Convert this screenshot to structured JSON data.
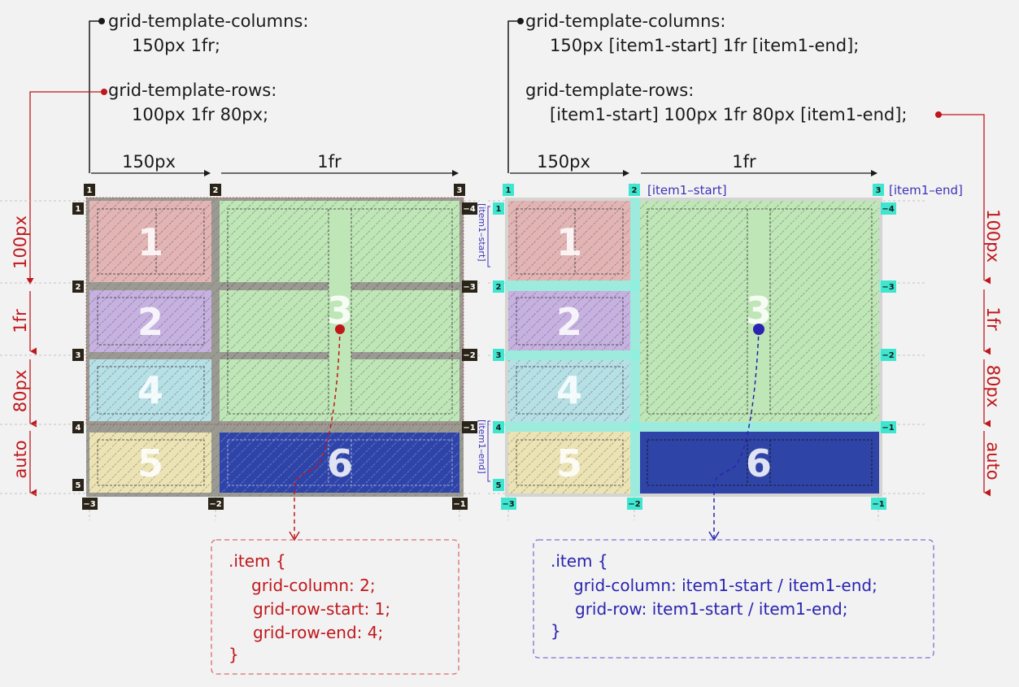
{
  "left": {
    "code": {
      "cols_prop": "grid-template-columns:",
      "cols_val": "150px 1fr;",
      "rows_prop": "grid-template-rows:",
      "rows_val": "100px 1fr 80px;"
    },
    "col_labels": [
      "150px",
      "1fr"
    ],
    "row_labels": [
      "100px",
      "1fr",
      "80px",
      "auto"
    ],
    "col_lines": [
      "1",
      "2",
      "3"
    ],
    "col_lines_neg": [
      "−3",
      "−2",
      "−1"
    ],
    "row_lines": [
      "1",
      "2",
      "3",
      "4",
      "5"
    ],
    "row_lines_neg": [
      "−4",
      "−3",
      "−2",
      "−1"
    ],
    "items": [
      "1",
      "2",
      "3",
      "4",
      "5",
      "6"
    ],
    "box": [
      ".item {",
      "grid-column: 2;",
      "grid-row-start: 1;",
      "grid-row-end: 4;",
      "}"
    ]
  },
  "right": {
    "code": {
      "cols_prop": "grid-template-columns:",
      "cols_val": "150px [item1-start] 1fr [item1-end];",
      "rows_prop": "grid-template-rows:",
      "rows_val": "[item1-start] 100px 1fr 80px [item1-end];"
    },
    "col_labels": [
      "150px",
      "1fr"
    ],
    "row_labels": [
      "100px",
      "1fr",
      "80px",
      "auto"
    ],
    "col_lines": [
      "1",
      "2",
      "3"
    ],
    "col_lines_neg": [
      "−3",
      "−2",
      "−1"
    ],
    "row_lines": [
      "1",
      "2",
      "3",
      "4",
      "5"
    ],
    "row_lines_neg": [
      "−4",
      "−3",
      "−2",
      "−1"
    ],
    "col_names": [
      "[item1–start]",
      "[item1–end]"
    ],
    "row_names": [
      "[item1–start]",
      "[item1–end]"
    ],
    "items": [
      "1",
      "2",
      "3",
      "4",
      "5",
      "6"
    ],
    "box": [
      ".item {",
      "grid-column: item1-start / item1-end;",
      "grid-row: item1-start / item1-end;",
      "}"
    ]
  },
  "colors": {
    "red": "#c0171b",
    "blue": "#2a24b0",
    "badge_dark": "#2a2418",
    "badge_cyan": "#3fe6cf",
    "item1": "#e3b4b4",
    "item2": "#c6b1e0",
    "item3": "#bfe6b6",
    "item4": "#b6e0e6",
    "item5": "#ece3b4",
    "item6": "#2f44a8"
  }
}
